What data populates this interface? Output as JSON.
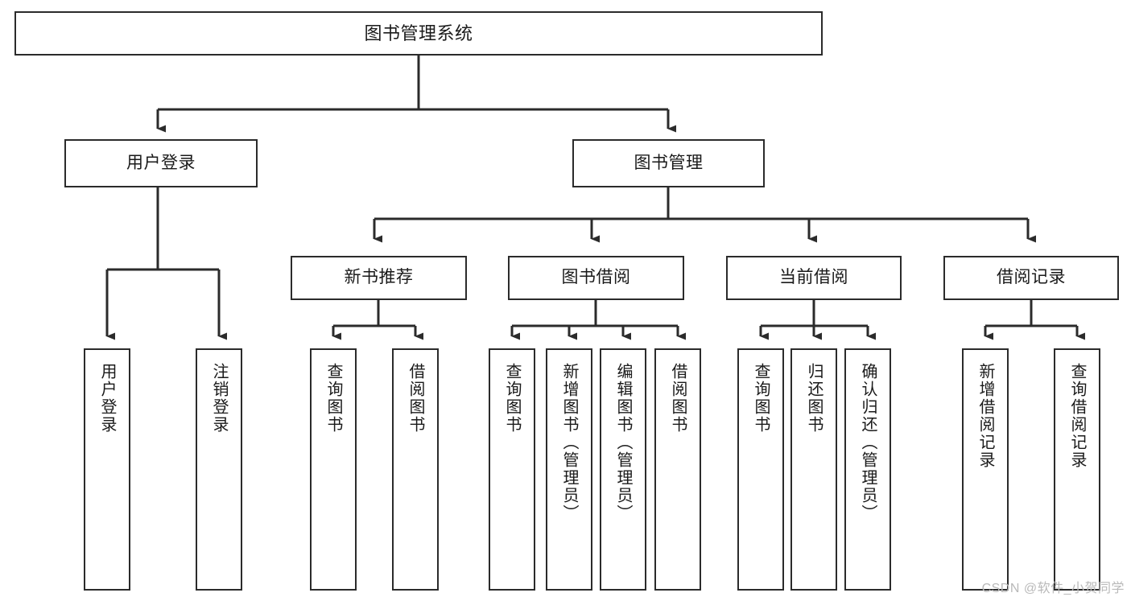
{
  "diagram": {
    "title": "图书管理系统",
    "type": "tree-hierarchy",
    "stroke_color": "#2b2b2b",
    "fill_color": "#ffffff",
    "background": "#ffffff"
  },
  "nodes": {
    "root": {
      "label": "图书管理系统"
    },
    "level1": [
      {
        "id": "user-login",
        "label": "用户登录"
      },
      {
        "id": "book-manage",
        "label": "图书管理"
      }
    ],
    "level2": [
      {
        "id": "new-book-recommend",
        "label": "新书推荐"
      },
      {
        "id": "book-borrow",
        "label": "图书借阅"
      },
      {
        "id": "current-borrow",
        "label": "当前借阅"
      },
      {
        "id": "borrow-record",
        "label": "借阅记录"
      }
    ],
    "leaves": {
      "user_login": [
        {
          "id": "leaf-user-login",
          "label": "用户登录"
        },
        {
          "id": "leaf-logout",
          "label": "注销登录"
        }
      ],
      "new_book_recommend": [
        {
          "id": "leaf-query-book-1",
          "label": "查询图书"
        },
        {
          "id": "leaf-borrow-book-1",
          "label": "借阅图书"
        }
      ],
      "book_borrow": [
        {
          "id": "leaf-query-book-2",
          "label": "查询图书"
        },
        {
          "id": "leaf-add-book",
          "label": "新增图书（管理员）"
        },
        {
          "id": "leaf-edit-book",
          "label": "编辑图书（管理员）"
        },
        {
          "id": "leaf-borrow-book-2",
          "label": "借阅图书"
        }
      ],
      "current_borrow": [
        {
          "id": "leaf-query-book-3",
          "label": "查询图书"
        },
        {
          "id": "leaf-return-book",
          "label": "归还图书"
        },
        {
          "id": "leaf-confirm-return",
          "label": "确认归还（管理员）"
        }
      ],
      "borrow_record": [
        {
          "id": "leaf-add-record",
          "label": "新增借阅记录"
        },
        {
          "id": "leaf-query-record",
          "label": "查询借阅记录"
        }
      ]
    }
  },
  "watermark": {
    "text": "CSDN @软件_小贺同学"
  }
}
